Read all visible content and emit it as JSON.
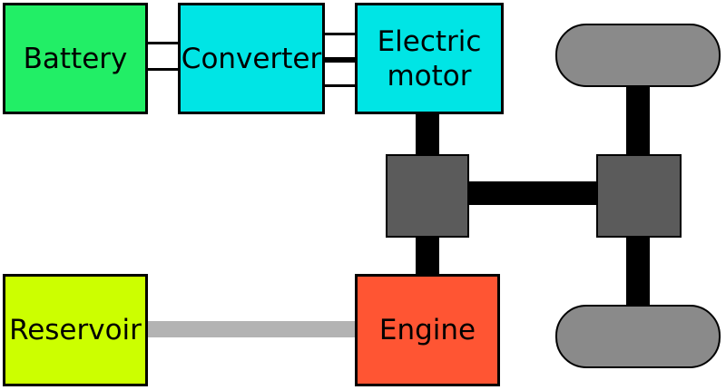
{
  "diagram": {
    "components": {
      "battery": "Battery",
      "converter": "Converter",
      "motor_line1": "Electric",
      "motor_line2": "motor",
      "reservoir": "Reservoir",
      "engine": "Engine"
    },
    "colors": {
      "battery": "#22ee66",
      "converter": "#00e5e5",
      "motor": "#00e5e5",
      "reservoir": "#ccff00",
      "engine": "#ff5533",
      "gearbox": "#5b5b5b",
      "wheel": "#8a8a8a",
      "fuel_line": "#b3b3b3",
      "shaft": "#000000"
    }
  }
}
